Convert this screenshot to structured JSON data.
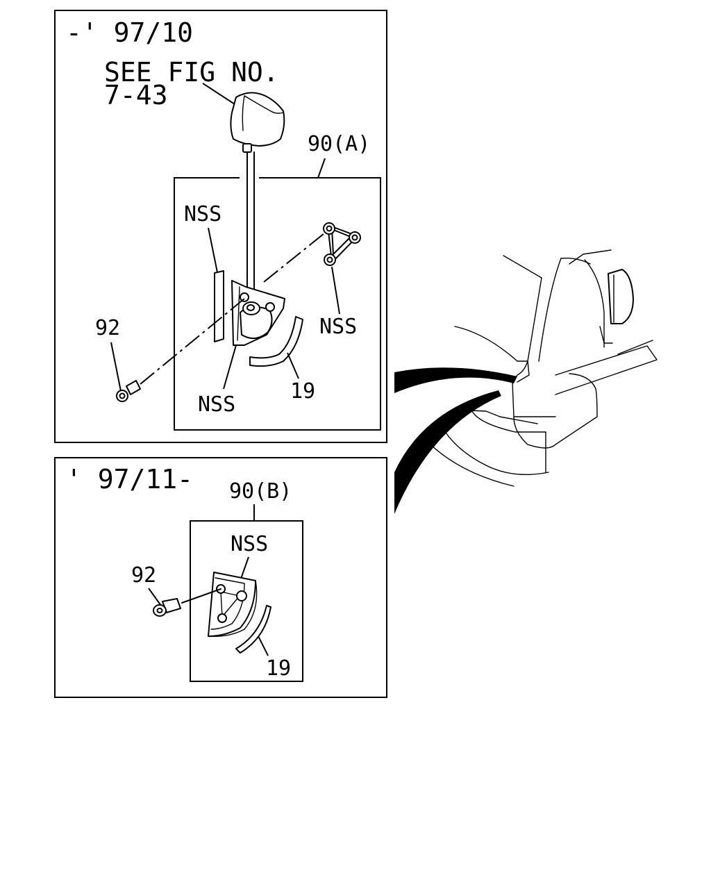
{
  "panel_top": {
    "date_range": "-' 97/10",
    "see_fig": "SEE FIG NO.",
    "fig_no": "7-43",
    "assembly_label": "90(A)",
    "labels": {
      "nss_strip": "NSS",
      "nss_link": "NSS",
      "nss_bracket": "NSS",
      "bolt": "92",
      "seal": "19"
    }
  },
  "panel_bottom": {
    "date_range": "' 97/11-",
    "assembly_label": "90(B)",
    "labels": {
      "nss": "NSS",
      "bolt": "92",
      "seal": "19"
    }
  },
  "icons": {
    "vehicle": "vehicle-rear-corner-icon",
    "arrow": "location-arrow-icon"
  }
}
